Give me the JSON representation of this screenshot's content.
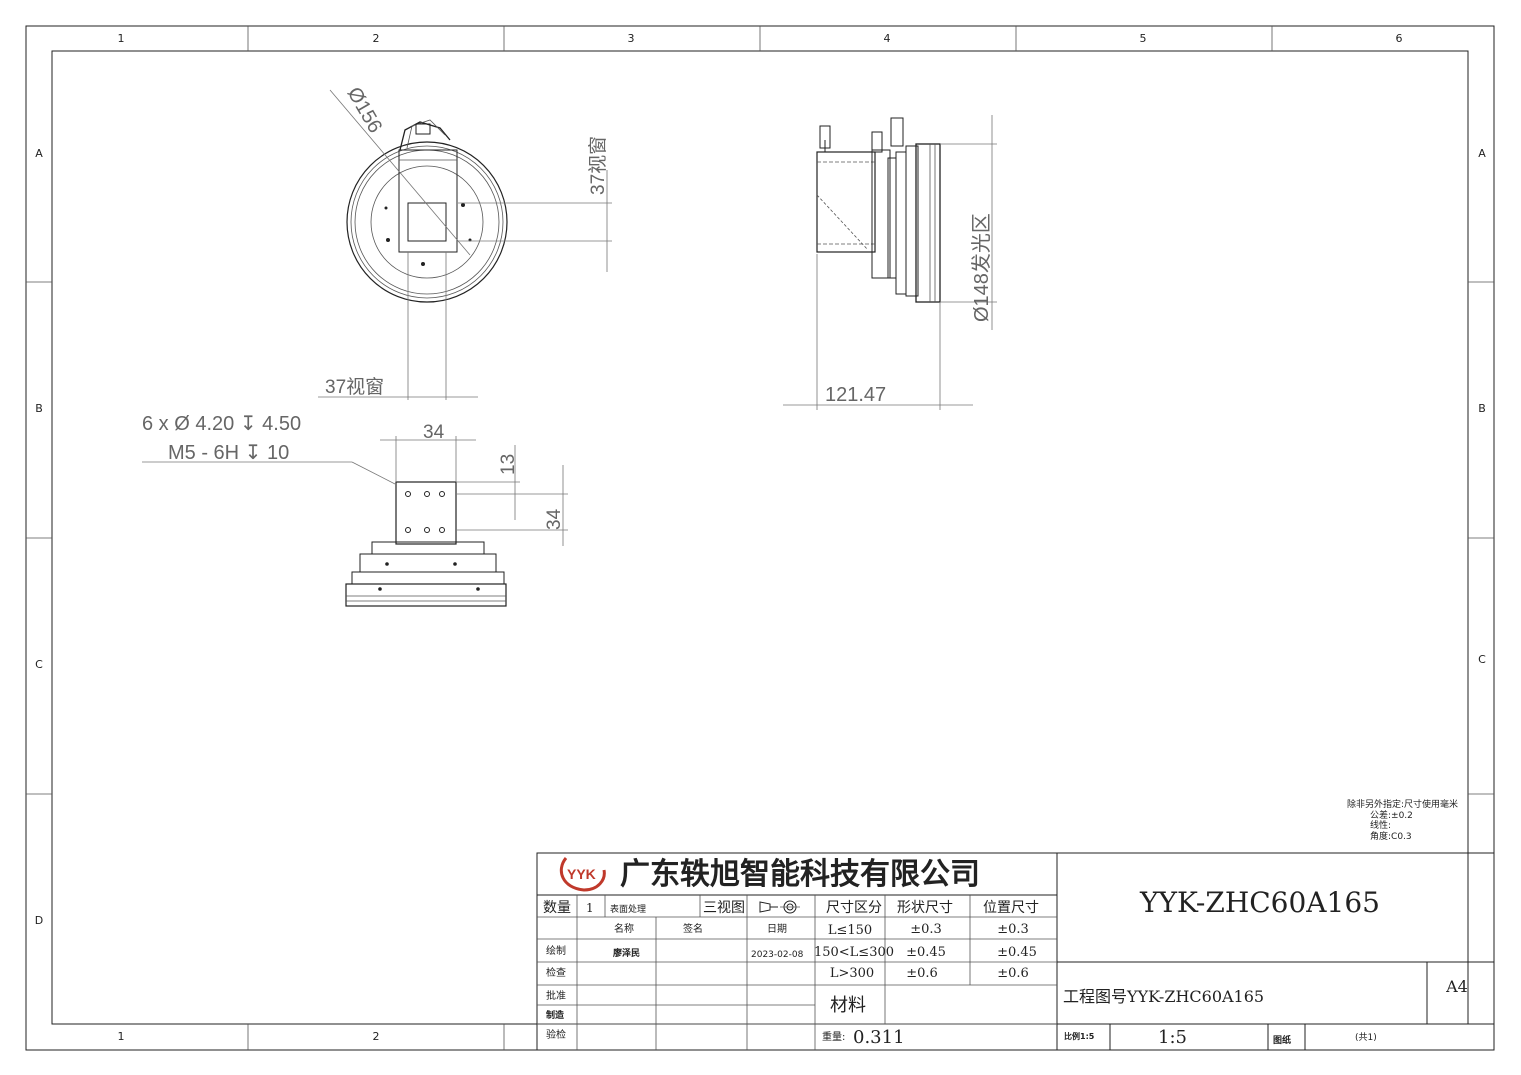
{
  "grid": {
    "cols": [
      "1",
      "2",
      "3",
      "4",
      "5",
      "6"
    ],
    "rows": [
      "A",
      "B",
      "C",
      "D"
    ]
  },
  "dimensions": {
    "diameter_156": "Ø156",
    "view_37_v": "37视窗",
    "view_37_h": "37视窗",
    "hole_spec_1": "6 x Ø 4.20 ↧ 4.50",
    "hole_spec_2": "M5 - 6H ↧ 10",
    "dim_34_top": "34",
    "dim_13": "13",
    "dim_34_side": "34",
    "length_121": "121.47",
    "emit_area": "Ø148发光区"
  },
  "notes": {
    "line1": "除非另外指定:尺寸使用毫米",
    "line2": "公差:±0.2",
    "line3": "线性:",
    "line4": "角度:C0.3"
  },
  "title_block": {
    "logo": "YYK",
    "company": "广东轶旭智能科技有限公司",
    "part_no": "YYK-ZHC60A165",
    "qty_label": "数量",
    "qty_value": "1",
    "surface_label": "表面处理",
    "three_view_label": "三视图",
    "size_range_label": "尺寸区分",
    "shape_tol_label": "形状尺寸",
    "pos_tol_label": "位置尺寸",
    "name_label": "名称",
    "sign_label": "签名",
    "date_label": "日期",
    "drawn_label": "绘制",
    "drawn_by": "廖泽民",
    "drawn_date": "2023-02-08",
    "check_label": "检查",
    "approve_label": "批准",
    "make_label": "制造",
    "inspect_label": "验检",
    "range_rows": [
      {
        "range": "L≤150",
        "shape": "±0.3",
        "pos": "±0.3"
      },
      {
        "range": "150<L≤300",
        "shape": "±0.45",
        "pos": "±0.45"
      },
      {
        "range": "L>300",
        "shape": "±0.6",
        "pos": "±0.6"
      }
    ],
    "material_label": "材料",
    "weight_label": "重量:",
    "weight_value": "0.311",
    "drawing_no": "工程图号YYK-ZHC60A165",
    "sheet_size": "A4",
    "scale_label": "比例1:5",
    "scale_value": "1:5",
    "sheet_label": "图纸",
    "sheet_count": "(共1)"
  }
}
